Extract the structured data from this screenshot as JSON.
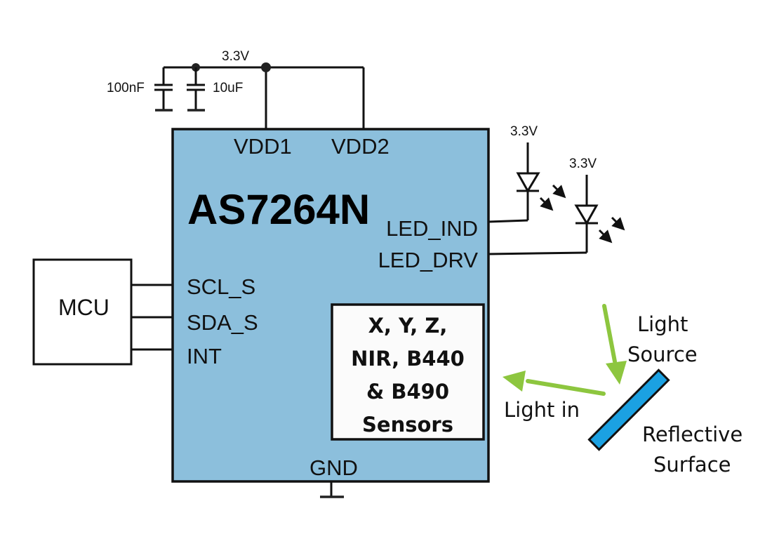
{
  "chip": {
    "name": "AS7264N",
    "pins": {
      "vdd1": "VDD1",
      "vdd2": "VDD2",
      "led_ind": "LED_IND",
      "led_drv": "LED_DRV",
      "scl": "SCL_S",
      "sda": "SDA_S",
      "int": "INT",
      "gnd": "GND"
    },
    "sensor_block": {
      "lines": [
        "X, Y, Z,",
        "NIR, B440",
        "& B490",
        "Sensors"
      ]
    }
  },
  "power": {
    "rail_label": "3.3V",
    "cap1": "100nF",
    "cap2": "10uF",
    "led1_supply": "3.3V",
    "led2_supply": "3.3V"
  },
  "mcu": {
    "label": "MCU"
  },
  "optics": {
    "light_source": [
      "Light",
      "Source"
    ],
    "light_in": "Light in",
    "reflective_surface": [
      "Reflective",
      "Surface"
    ]
  },
  "colors": {
    "chip_fill": "#8cbfdc",
    "arrow_green": "#8dc63f",
    "surface_blue": "#1ba1e2",
    "line": "#111111"
  }
}
